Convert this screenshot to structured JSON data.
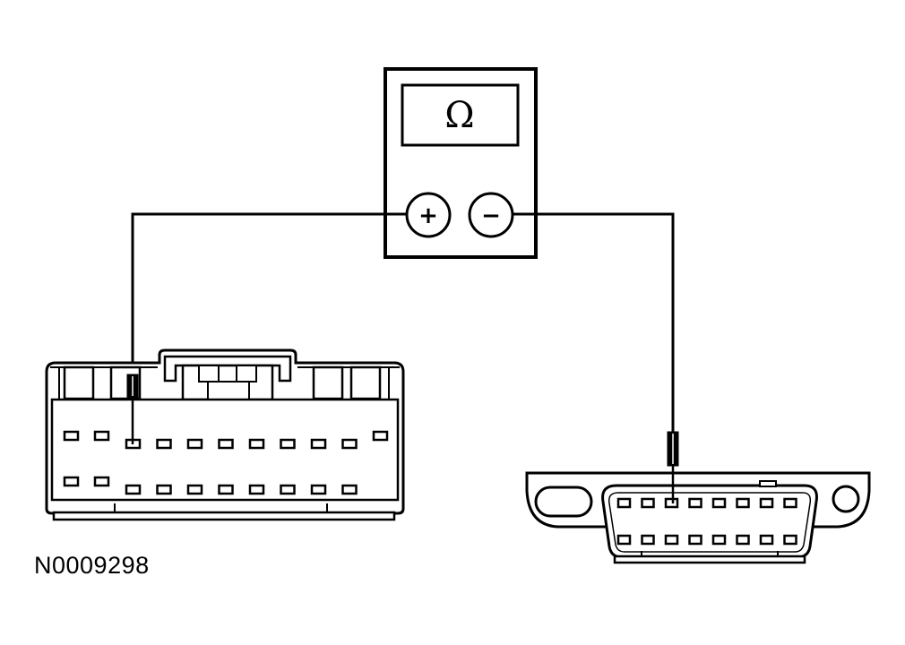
{
  "figure": {
    "id": "N0009298"
  },
  "meter": {
    "display_unit": "Ω",
    "terminals": [
      {
        "name": "positive",
        "symbol": "+"
      },
      {
        "name": "negative",
        "symbol": "−"
      }
    ]
  },
  "connector_left": {
    "top_row_pins": 11,
    "bottom_row_pins": 10,
    "probe_pin": 3
  },
  "connector_right": {
    "top_row_pins": 8,
    "bottom_row_pins": 8,
    "probe_pin": 3
  }
}
